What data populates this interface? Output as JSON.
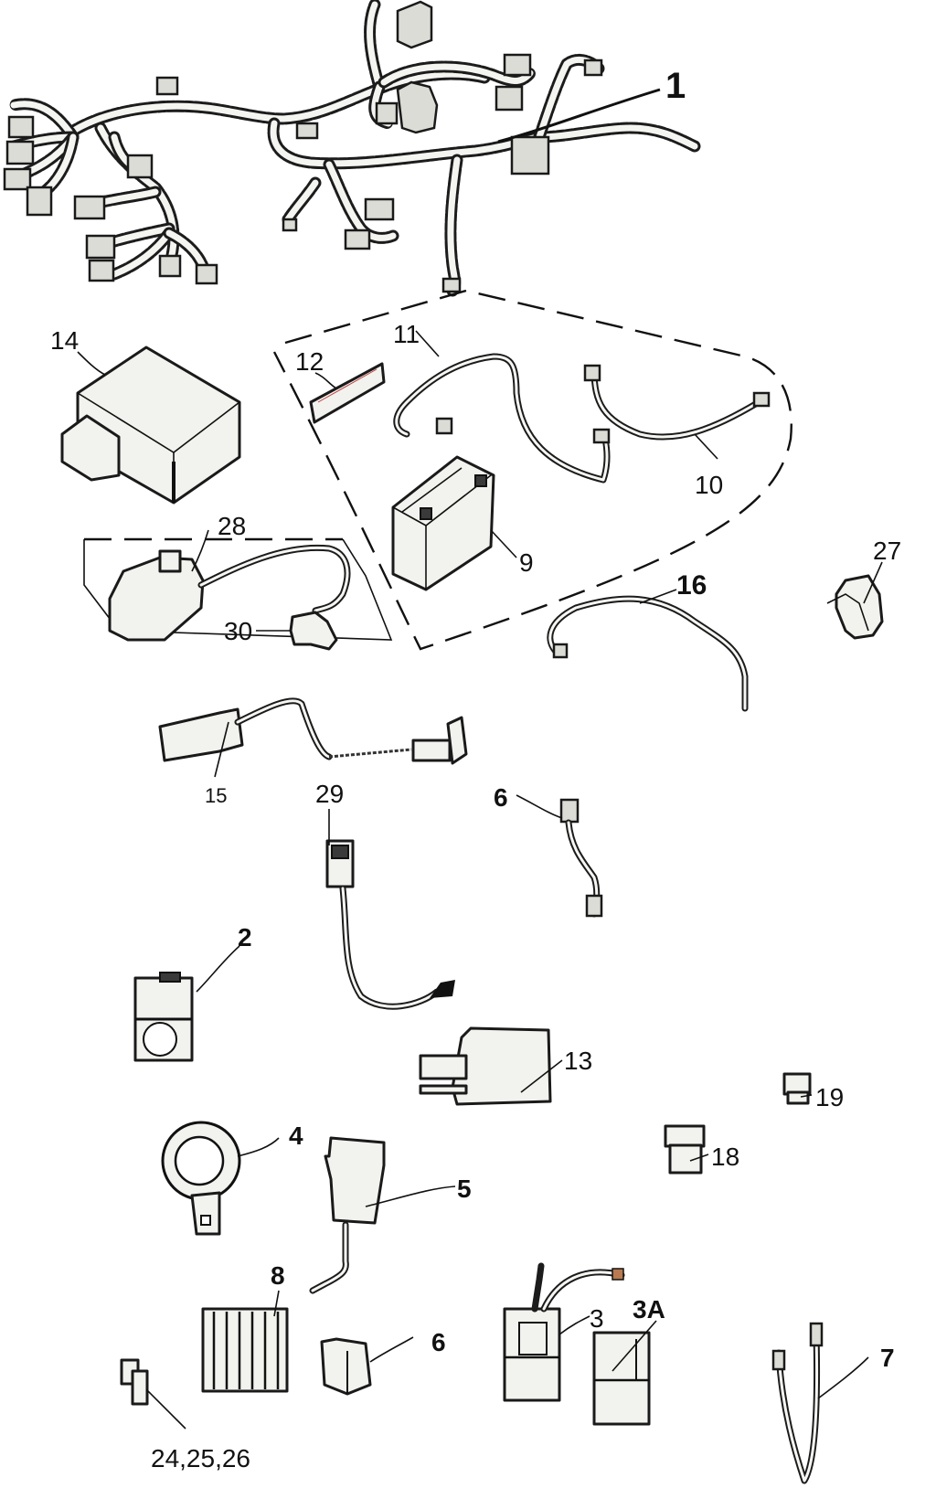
{
  "diagram": {
    "title": "Electrical system exploded parts diagram",
    "line_color": "#111111",
    "background": "#ffffff"
  },
  "callouts": {
    "p1": "1",
    "p2": "2",
    "p3": "3",
    "p3a": "3A",
    "p4": "4",
    "p5": "5",
    "p6_upper": "6",
    "p6_lower": "6",
    "p7": "7",
    "p8": "8",
    "p9": "9",
    "p10": "10",
    "p11": "11",
    "p12": "12",
    "p13": "13",
    "p14": "14",
    "p15": "15",
    "p16": "16",
    "p18": "18",
    "p19": "19",
    "p24_26": "24,25,26",
    "p27": "27",
    "p28": "28",
    "p29": "29",
    "p30": "30"
  },
  "parts": [
    {
      "id": "1",
      "name": "main-wiring-harness"
    },
    {
      "id": "2",
      "name": "relay-component"
    },
    {
      "id": "3",
      "name": "relay-with-leads"
    },
    {
      "id": "3A",
      "name": "relay"
    },
    {
      "id": "4",
      "name": "ring-coil-sensor"
    },
    {
      "id": "5",
      "name": "sensor-with-lead"
    },
    {
      "id": "6",
      "name": "connector-lead"
    },
    {
      "id": "7",
      "name": "cable-loop"
    },
    {
      "id": "8",
      "name": "regulator-rectifier"
    },
    {
      "id": "9",
      "name": "battery"
    },
    {
      "id": "10",
      "name": "battery-cable-negative"
    },
    {
      "id": "11",
      "name": "battery-cable-positive"
    },
    {
      "id": "12",
      "name": "battery-strap"
    },
    {
      "id": "13",
      "name": "flasher-relay"
    },
    {
      "id": "14",
      "name": "control-unit-box"
    },
    {
      "id": "15",
      "name": "spark-plug-cap-lead"
    },
    {
      "id": "16",
      "name": "ground-cable"
    },
    {
      "id": "18",
      "name": "small-connector"
    },
    {
      "id": "19",
      "name": "small-connector"
    },
    {
      "id": "24,25,26",
      "name": "fuses"
    },
    {
      "id": "27",
      "name": "cable-clip"
    },
    {
      "id": "28",
      "name": "ignition-coil"
    },
    {
      "id": "29",
      "name": "sensor-switch-lead"
    },
    {
      "id": "30",
      "name": "coil-connector"
    }
  ]
}
